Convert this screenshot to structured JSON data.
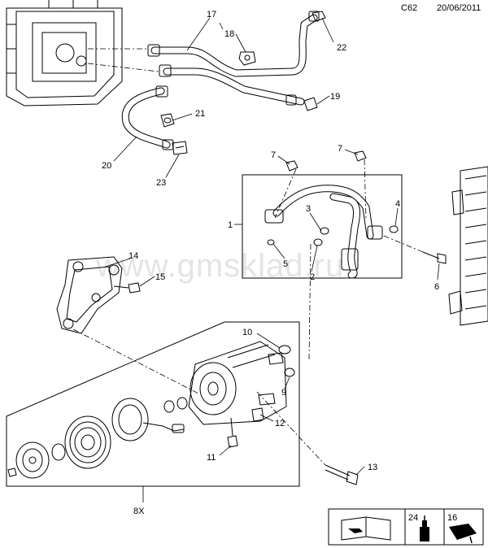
{
  "header": {
    "code": "C62",
    "date": "20/06/2011"
  },
  "watermark": "www.gmsklad.ru",
  "callouts": {
    "c1": "1",
    "c2": "2",
    "c3": "3",
    "c4": "4",
    "c5": "5",
    "c6": "6",
    "c7a": "7",
    "c7b": "7",
    "c8": "8X",
    "c9": "9",
    "c10": "10",
    "c11": "11",
    "c12": "12",
    "c13": "13",
    "c14": "14",
    "c15": "15",
    "c16": "16",
    "c17": "17",
    "c18": "18",
    "c19": "19",
    "c20": "20",
    "c21": "21",
    "c22": "22",
    "c23": "23",
    "c24": "24"
  },
  "icons": [
    "manual-book-icon",
    "oil-can-icon",
    "oil-pour-icon"
  ]
}
